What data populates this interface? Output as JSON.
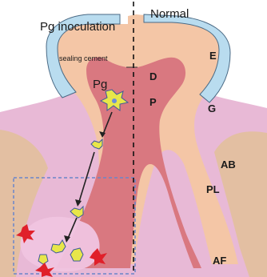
{
  "labels": {
    "left_heading": "Pg inoculation",
    "right_heading": "Normal",
    "sealing": "sealing cement",
    "pg": "Pg",
    "D": "D",
    "E": "E",
    "P": "P",
    "G": "G",
    "AB": "AB",
    "PL": "PL",
    "AF": "AF"
  },
  "colors": {
    "background": "#ffffff",
    "bone": "#e3bfa2",
    "gingiva": "#e8b9d6",
    "enamel": "#b9dcef",
    "dentin": "#f4c6a6",
    "pulp": "#d97880",
    "lesion": "#f0c4e0",
    "bacteria": "#e8e64a",
    "inflammation": "#e0202a",
    "dashed_box": "#6b86c9"
  },
  "icons": {
    "bacteria": "bacteria-colony-icon",
    "inflammation": "red-burst-icon",
    "arrow": "down-arrow-icon"
  }
}
